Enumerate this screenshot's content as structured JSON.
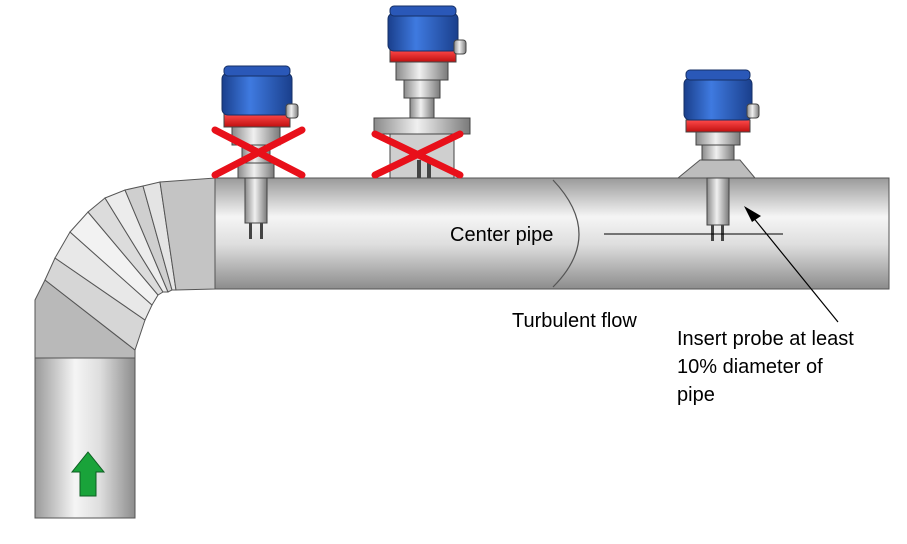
{
  "labels": {
    "center_pipe": "Center pipe",
    "turbulent_flow": "Turbulent flow",
    "insert_note_line1": "Insert probe at least",
    "insert_note_line2": "10% diameter of",
    "insert_note_line3": "pipe"
  },
  "probes": [
    {
      "name": "probe-left",
      "status": "incorrect",
      "mark": "red-x"
    },
    {
      "name": "probe-middle",
      "status": "incorrect",
      "mark": "red-x"
    },
    {
      "name": "probe-right",
      "status": "correct",
      "mark": "none"
    }
  ],
  "icons": {
    "flow_direction": "arrow-up-icon",
    "rejected": "red-x-icon"
  },
  "colors": {
    "pipe_light": "#f4f4f4",
    "pipe_mid": "#c8c8c8",
    "pipe_dark": "#8c8c8c",
    "housing_blue": "#2e6ad1",
    "housing_blue_dark": "#1a3f8c",
    "housing_red_band": "#e02020",
    "reject_mark": "#e8101a",
    "flow_arrow": "#19a33a"
  }
}
